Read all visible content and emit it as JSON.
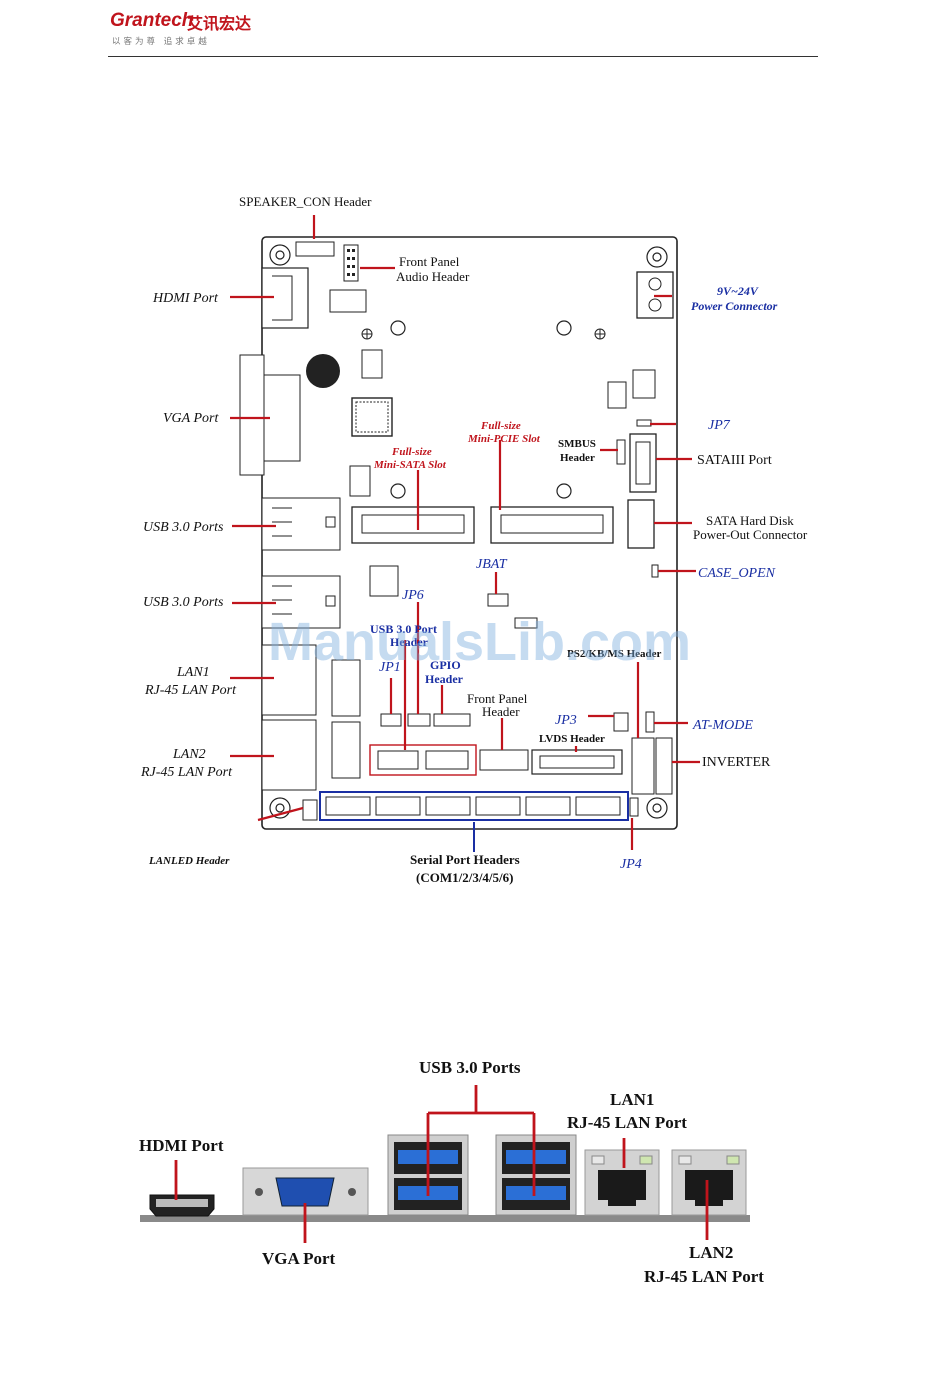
{
  "header": {
    "logo_text": "Grantech",
    "logo_cn": "艾讯宏达",
    "slogan": "以客为尊 追求卓越",
    "brand_color": "#c0141c"
  },
  "watermark": "ManualsLib.com",
  "board": {
    "labels": {
      "speaker_con": "SPEAKER_CON Header",
      "front_audio_1": "Front Panel",
      "front_audio_2": "Audio Header",
      "power_1": "9V~24V",
      "power_2": "Power Connector",
      "hdmi": "HDMI Port",
      "vga": "VGA Port",
      "jp7": "JP7",
      "smbus_1": "SMBUS",
      "smbus_2": "Header",
      "sata3": "SATAIII Port",
      "minipcie_1": "Full-size",
      "minipcie_2": "Mini-PCIE Slot",
      "minisata_1": "Full-size",
      "minisata_2": "Mini-SATA Slot",
      "sata_power_1": "SATA Hard Disk",
      "sata_power_2": "Power-Out Connector",
      "usb3_a": "USB 3.0 Ports",
      "usb3_b": "USB 3.0 Ports",
      "jbat": "JBAT",
      "case_open": "CASE_OPEN",
      "jp6": "JP6",
      "usb3_header_1": "USB 3.0 Port",
      "usb3_header_2": "Header",
      "ps2": "PS2/KB/MS Header",
      "lan1_1": "LAN1",
      "lan1_2": "RJ-45 LAN Port",
      "jp1": "JP1",
      "gpio_1": "GPIO",
      "gpio_2": "Header",
      "front_panel_1": "Front Panel",
      "front_panel_2": "Header",
      "jp3": "JP3",
      "at_mode": "AT-MODE",
      "lvds": "LVDS Header",
      "lan2_1": "LAN2",
      "lan2_2": "RJ-45 LAN Port",
      "inverter": "INVERTER",
      "lanled": "LANLED Header",
      "serial_1": "Serial Port Headers",
      "serial_2": "(COM1/2/3/4/5/6)",
      "jp4": "JP4"
    }
  },
  "io_panel": {
    "labels": {
      "usb3": "USB 3.0 Ports",
      "hdmi": "HDMI Port",
      "lan1_1": "LAN1",
      "lan1_2": "RJ-45 LAN Port",
      "vga": "VGA Port",
      "lan2_1": "LAN2",
      "lan2_2": "RJ-45 LAN Port"
    }
  },
  "colors": {
    "callout_red": "#c0141c",
    "label_blue": "#1a2fa3",
    "usb_blue": "#2b6fd6",
    "vga_blue": "#1f4fb0"
  }
}
